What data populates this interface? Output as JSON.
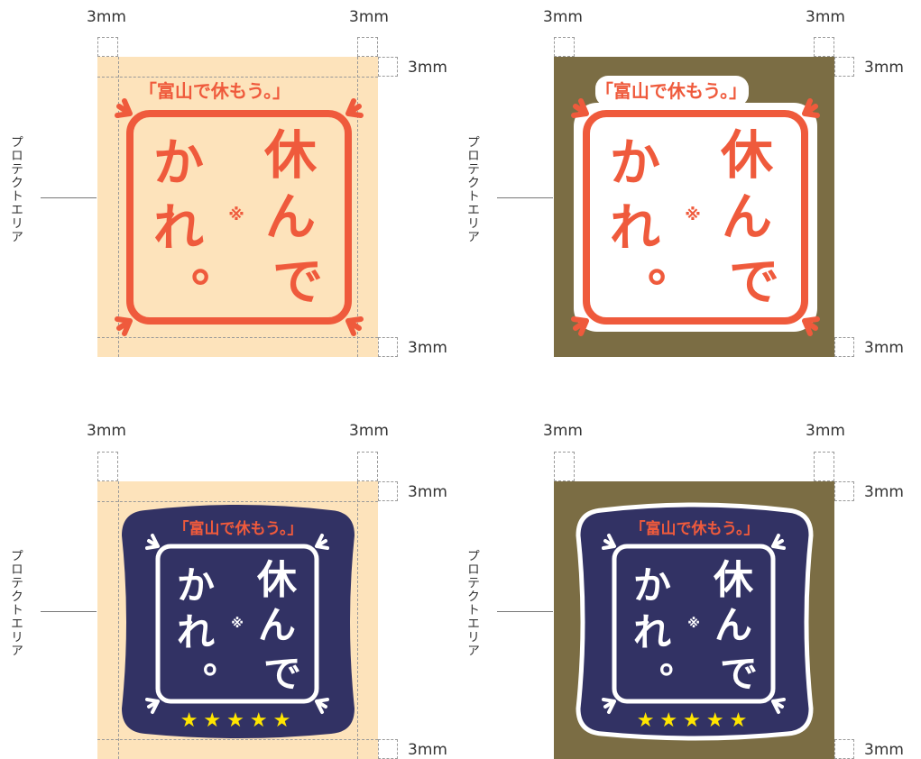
{
  "labels": {
    "margin": "3mm",
    "protect_area": "プロテクトエリア"
  },
  "logo": {
    "tagline": "「富山で休もう。」",
    "col_left_top": "か",
    "col_left_bottom": "れ",
    "col_left_mark": "。",
    "col_right_1": "休",
    "col_right_2": "ん",
    "col_right_3": "で",
    "center_mark": "※",
    "stars": "★★★★★"
  },
  "colors": {
    "orange": "#ef5a3c",
    "peach_bg": "#fde3bb",
    "olive_bg": "#7b6d44",
    "navy": "#323264",
    "white": "#ffffff",
    "star_yellow": "#ffe600"
  }
}
